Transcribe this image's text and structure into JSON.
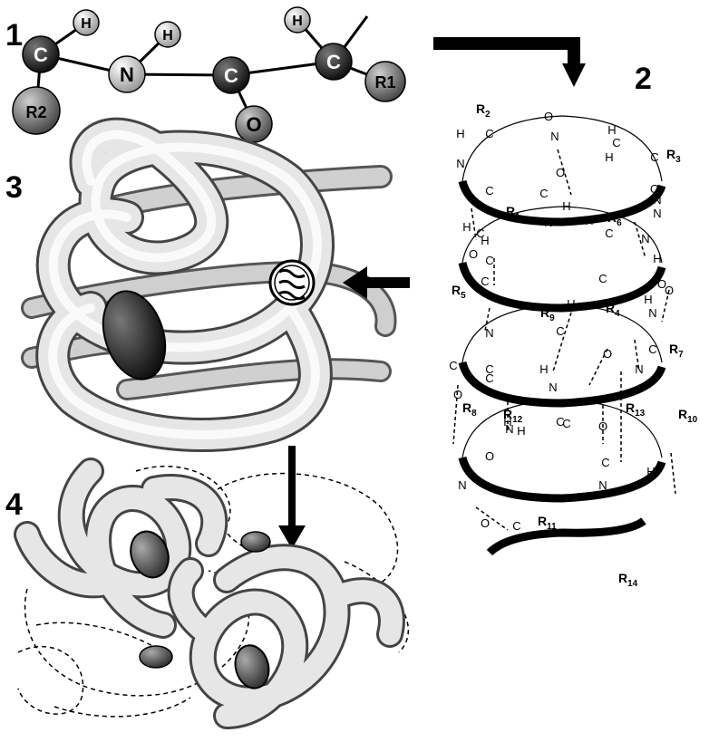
{
  "panels": {
    "p1": "1",
    "p2": "2",
    "p3": "3",
    "p4": "4"
  },
  "backbone": {
    "h1": "H",
    "c1": "C",
    "r2": "R2",
    "n": "N",
    "hn": "H",
    "c2": "C",
    "o": "O",
    "h2": "H",
    "c3": "C",
    "r1": "R1"
  },
  "helix": {
    "atoms": [
      "H",
      "C",
      "N",
      "H",
      "C",
      "O",
      "N",
      "H",
      "C",
      "C",
      "H",
      "O",
      "C",
      "N",
      "H",
      "C",
      "N",
      "H",
      "O",
      "N",
      "C",
      "O",
      "H",
      "C",
      "N",
      "H",
      "C",
      "C",
      "N",
      "H",
      "O",
      "O",
      "H",
      "N",
      "C",
      "C",
      "N",
      "O",
      "H",
      "C",
      "C",
      "O",
      "N",
      "C",
      "H",
      "N",
      "O",
      "H",
      "C",
      "C",
      "O",
      "N",
      "C",
      "H",
      "N",
      "C",
      "O"
    ],
    "r_labels": [
      "R2",
      "R3",
      "R1",
      "R6",
      "R5",
      "R4",
      "R9",
      "R7",
      "R8",
      "R12",
      "R13",
      "R10",
      "R11",
      "R14"
    ]
  },
  "colors": {
    "ink": "#000000",
    "tube": "#e6e6e6",
    "heme": "#333333"
  }
}
